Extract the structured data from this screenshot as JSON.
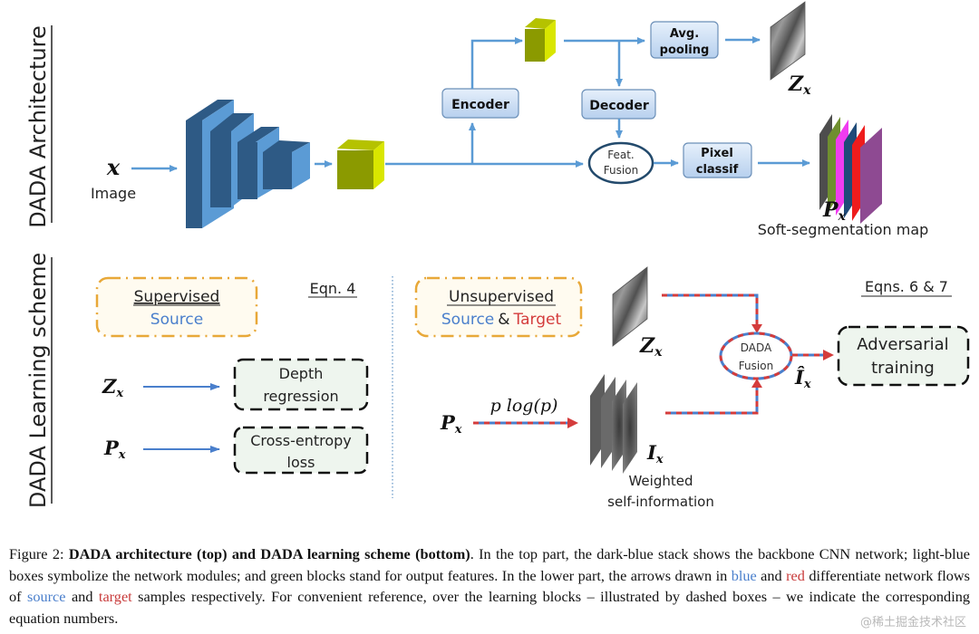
{
  "architecture": {
    "section_label": "DADA Architecture",
    "input_symbol": "x",
    "input_label": "Image",
    "modules": {
      "encoder": "Encoder",
      "decoder": "Decoder",
      "avg_pooling_line1": "Avg.",
      "avg_pooling_line2": "pooling",
      "feat_fusion_line1": "Feat.",
      "feat_fusion_line2": "Fusion",
      "pixel_classif_line1": "Pixel",
      "pixel_classif_line2": "classif"
    },
    "depth_output_symbol": "Z",
    "depth_output_subscript": "x",
    "seg_output_symbol": "P",
    "seg_output_subscript": "x",
    "seg_output_label": "Soft-segmentation map",
    "seg_map_layer_colors": [
      "#4d4d4d",
      "#6f8f2f",
      "#f03cf0",
      "#1f4a78",
      "#ee1c1c",
      "#8e4a92"
    ]
  },
  "learning": {
    "section_label": "DADA Learning scheme",
    "supervised": {
      "title": "Supervised",
      "domain": "Source",
      "equation_ref": "Eqn. 4",
      "rows": [
        {
          "symbol": "Z",
          "subscript": "x",
          "target_line1": "Depth",
          "target_line2": "regression"
        },
        {
          "symbol": "P",
          "subscript": "x",
          "target_line1": "Cross-entropy",
          "target_line2": "loss"
        }
      ]
    },
    "unsupervised": {
      "title": "Unsupervised",
      "domain_source": "Source",
      "domain_amp": "&",
      "domain_target": "Target",
      "equation_ref": "Eqns. 6 & 7",
      "depth_symbol": "Z",
      "depth_subscript": "x",
      "seg_symbol": "P",
      "seg_subscript": "x",
      "transform_label": "p log(p)",
      "self_info_symbol": "I",
      "self_info_subscript": "x",
      "self_info_label_line1": "Weighted",
      "self_info_label_line2": "self-information",
      "fusion_line1": "DADA",
      "fusion_line2": "Fusion",
      "fused_symbol": "Î",
      "fused_subscript": "x",
      "adversarial_line1": "Adversarial",
      "adversarial_line2": "training"
    }
  },
  "colors": {
    "source_blue": "#4a7fcc",
    "target_red": "#d43c3c",
    "arrow_blue": "#5b9bd5",
    "backbone_dark": "#2e5a85",
    "backbone_light": "#5b9bd5",
    "feature_green": "#c8d400",
    "module_fill": "#cfe1f5",
    "module_border": "#6b8fb8",
    "orange_dash": "#e8a838",
    "dashed_box_fill": "#eef5ee"
  },
  "caption": {
    "figure_label": "Figure 2:",
    "bold_title": "DADA architecture (top) and DADA learning scheme (bottom)",
    "text_1": ". In the top part, the dark-blue stack shows the backbone CNN network; light-blue boxes symbolize the network modules; and green blocks stand for output features. In the lower part, the arrows drawn in ",
    "word_blue": "blue",
    "text_and_1": " and ",
    "word_red": "red",
    "text_2": " differentiate network flows of ",
    "word_source": "source",
    "text_and_2": " and ",
    "word_target": "target",
    "text_3": " samples respectively. For convenient reference, over the learning blocks – illustrated by dashed boxes – we indicate the corresponding equation numbers."
  },
  "watermark": "@稀土掘金技术社区"
}
